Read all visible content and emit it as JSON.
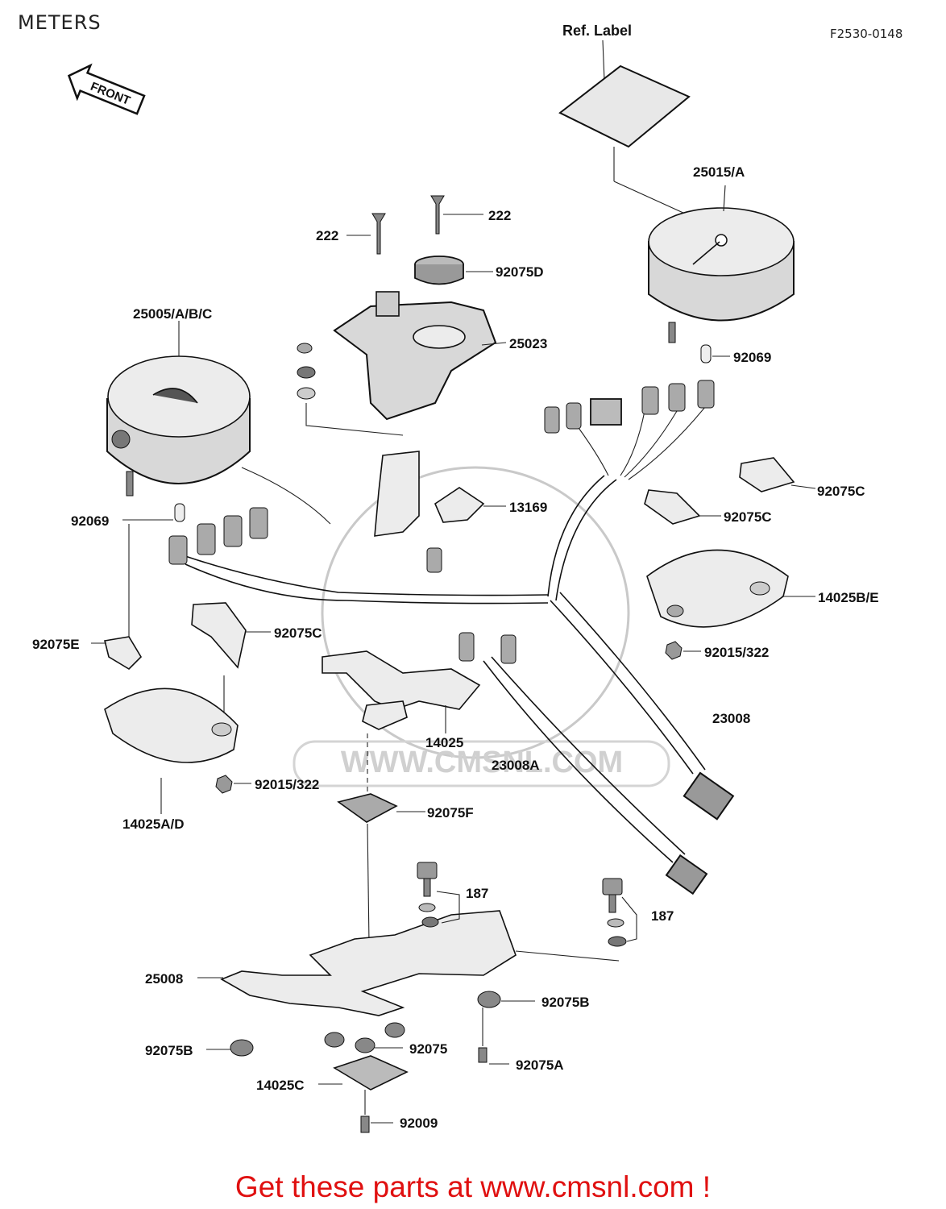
{
  "header": {
    "title": "METERS",
    "figure_code": "F2530-0148",
    "front_arrow_label": "FRONT",
    "ref_label": "Ref. Label"
  },
  "parts": {
    "p25015": "25015/A",
    "p222a": "222",
    "p222b": "222",
    "p92075D": "92075D",
    "p25005": "25005/A/B/C",
    "p25023": "25023",
    "p92069_right": "92069",
    "p13169": "13169",
    "p92069_left": "92069",
    "p92075C_right1": "92075C",
    "p92075C_right2": "92075C",
    "p14025BE": "14025B/E",
    "p92075E": "92075E",
    "p92075C_left": "92075C",
    "p92015_right": "92015/322",
    "p23008": "23008",
    "p14025": "14025",
    "p23008A": "23008A",
    "p92015_left": "92015/322",
    "p14025AD": "14025A/D",
    "p92075F": "92075F",
    "p187a": "187",
    "p187b": "187",
    "p25008": "25008",
    "p92075B_right": "92075B",
    "p92075B_left": "92075B",
    "p92075": "92075",
    "p92075A": "92075A",
    "p14025C": "14025C",
    "p92009": "92009"
  },
  "watermark": "WWW.CMSNL.COM",
  "footer": {
    "text": "Get these parts at www.cmsnl.com !",
    "color": "#e01010"
  }
}
